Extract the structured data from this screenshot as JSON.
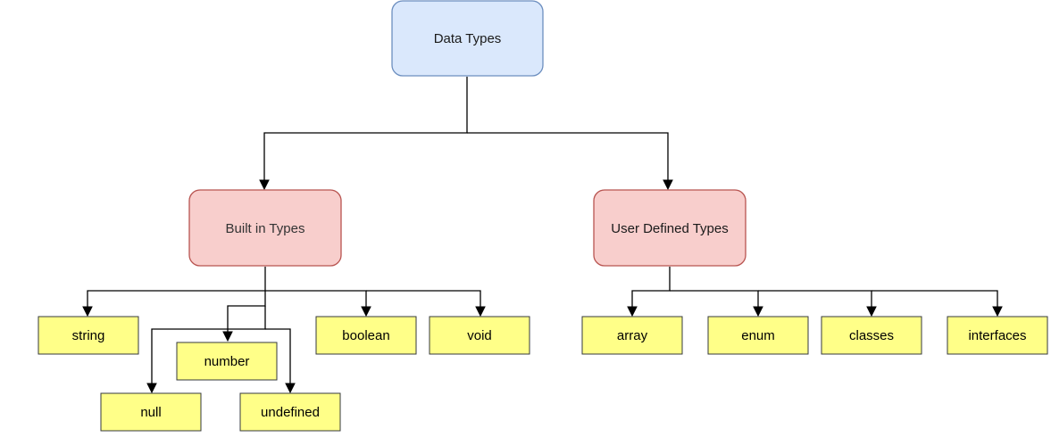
{
  "colors": {
    "root_fill": "#dae8fc",
    "root_stroke": "#6c8ebf",
    "category_fill": "#f8cecc",
    "category_stroke": "#b85450",
    "leaf_fill": "#ffff88",
    "leaf_stroke": "#36393d",
    "edge": "#000000"
  },
  "root": {
    "label": "Data Types"
  },
  "categories": {
    "built_in": {
      "label": "Built in Types"
    },
    "user_defined": {
      "label": "User Defined Types"
    }
  },
  "leaves": {
    "string": {
      "label": "string"
    },
    "number": {
      "label": "number"
    },
    "null": {
      "label": "null"
    },
    "undefined": {
      "label": "undefined"
    },
    "boolean": {
      "label": "boolean"
    },
    "void": {
      "label": "void"
    },
    "array": {
      "label": "array"
    },
    "enum": {
      "label": "enum"
    },
    "classes": {
      "label": "classes"
    },
    "interfaces": {
      "label": "interfaces"
    }
  }
}
